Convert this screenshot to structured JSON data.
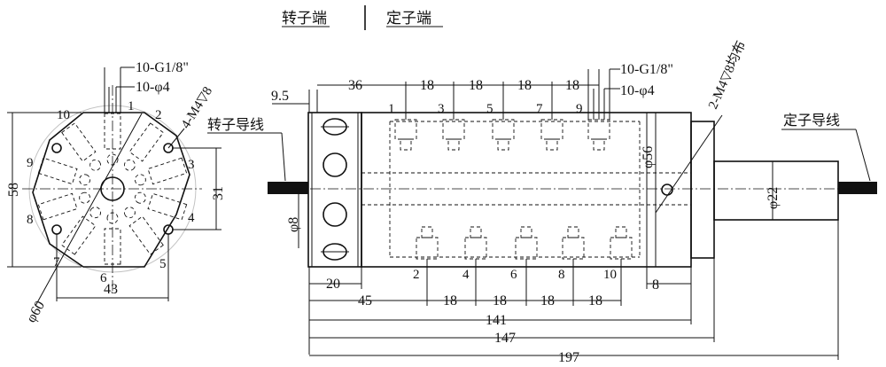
{
  "header": {
    "rotor_label": "转子端",
    "stator_label": "定子端"
  },
  "left_view": {
    "port_callout_top": "10-G1/8\"",
    "hole_callout_top": "10-φ4",
    "mount_callout": "4-M4▽8",
    "rotor_lead_label": "转子导线",
    "port_numbers": {
      "p1": "1",
      "p2": "2",
      "p3": "3",
      "p4": "4",
      "p5": "5",
      "p6": "6",
      "p7": "7",
      "p8": "8",
      "p9": "9",
      "p10": "10"
    },
    "dim_height": "58",
    "dim_inner": "31",
    "dim_width": "43",
    "dim_diameter": "φ60"
  },
  "right_view": {
    "port_callout_top": "10-G1/8\"",
    "hole_callout_top": "10-φ4",
    "mount_callout": "2-M4▽8均布",
    "stator_lead_label": "定子导线",
    "top_dims": {
      "d9_5": "9.5",
      "d36": "36",
      "s1": "18",
      "s2": "18",
      "s3": "18",
      "s4": "18"
    },
    "bottom_dims": {
      "d20": "20",
      "d45": "45",
      "s1": "18",
      "s2": "18",
      "s3": "18",
      "s4": "18",
      "d8": "8"
    },
    "top_ports": {
      "p1": "1",
      "p3": "3",
      "p5": "5",
      "p7": "7",
      "p9": "9"
    },
    "bottom_ports": {
      "p2": "2",
      "p4": "4",
      "p6": "6",
      "p8": "8",
      "p10": "10"
    },
    "dim_phi56": "φ56",
    "dim_phi22": "φ22",
    "dim_phi8": "φ8",
    "overall": {
      "d141": "141",
      "d147": "147",
      "d197": "197"
    }
  }
}
